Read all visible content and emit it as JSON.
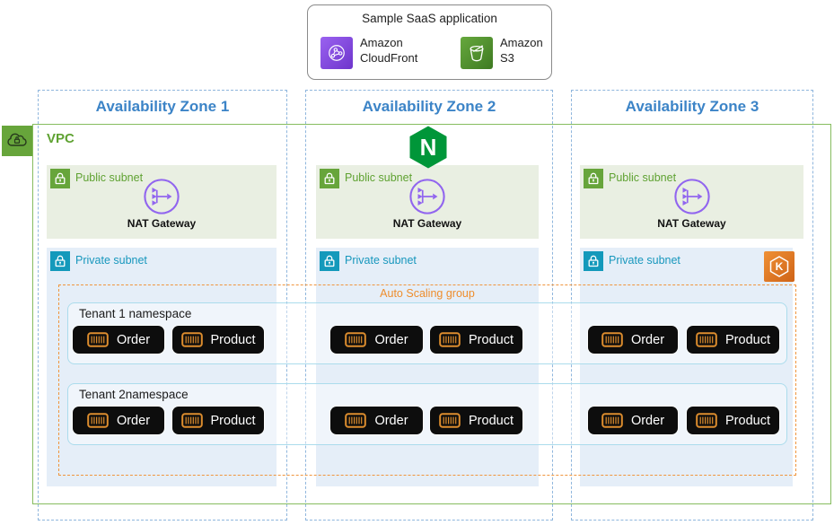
{
  "app_box": {
    "title": "Sample SaaS application",
    "cloudfront": {
      "line1": "Amazon",
      "line2": "CloudFront"
    },
    "s3": {
      "line1": "Amazon",
      "line2": "S3"
    }
  },
  "zones": [
    {
      "title": "Availability Zone 1"
    },
    {
      "title": "Availability Zone 2"
    },
    {
      "title": "Availability Zone 3"
    }
  ],
  "vpc": {
    "label": "VPC"
  },
  "nginx": {
    "letter": "N"
  },
  "public_subnet": {
    "label": "Public subnet",
    "nat_gateway": "NAT Gateway"
  },
  "private_subnet": {
    "label": "Private subnet"
  },
  "auto_scaling_group": {
    "label": "Auto Scaling group"
  },
  "tenants": [
    {
      "label": "Tenant 1 namespace"
    },
    {
      "label": "Tenant 2namespace"
    }
  ],
  "services": {
    "order": "Order",
    "product": "Product"
  },
  "eks": {
    "letter": "K"
  },
  "colors": {
    "az_border": "#8FB6DD",
    "az_title": "#3C84C7",
    "vpc_border": "#86BC5F",
    "vpc_green": "#67A53B",
    "public_fill": "#E9EFE2",
    "public_green": "#5FA232",
    "private_fill": "#E5EEF8",
    "private_teal": "#1499BB",
    "auto_scaling_orange": "#EE8D2C",
    "tenant_border": "#ABDCEC",
    "container_black": "#0D0D0D",
    "container_icon_orange": "#DD8D2E",
    "nat_purple": "#9165EF",
    "nginx_green": "#009639",
    "cloudfront_purple": "#8B52E8",
    "s3_green": "#4F9334",
    "eks_orange": "#E0802B"
  }
}
